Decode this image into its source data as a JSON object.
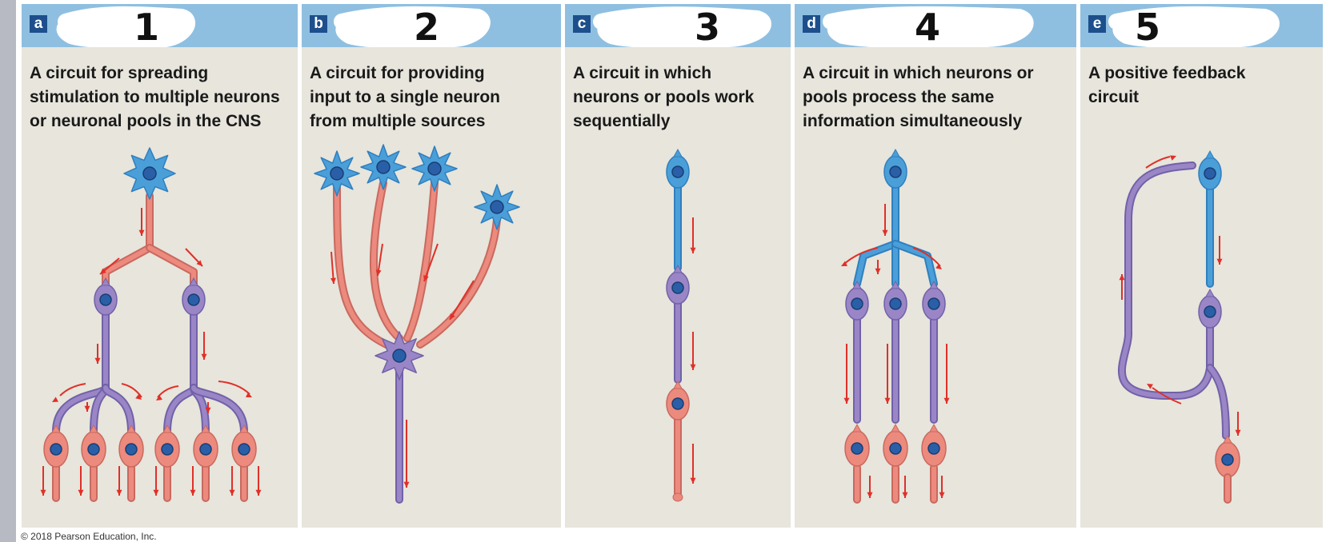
{
  "panels": [
    {
      "letter": "a",
      "number": "1",
      "description": [
        "A circuit for spreading",
        "stimulation to multiple neurons",
        "or neuronal pools in the CNS"
      ]
    },
    {
      "letter": "b",
      "number": "2",
      "description": [
        "A circuit for providing",
        "input to a single neuron",
        "from multiple sources"
      ]
    },
    {
      "letter": "c",
      "number": "3",
      "description": [
        "A circuit in which",
        "neurons or pools work",
        "sequentially"
      ]
    },
    {
      "letter": "d",
      "number": "4",
      "description": [
        "A circuit in which neurons or",
        "pools process the same",
        "information simultaneously"
      ]
    },
    {
      "letter": "e",
      "number": "5",
      "description": [
        "A positive feedback",
        "circuit"
      ]
    }
  ],
  "copyright": "© 2018 Pearson Education, Inc.",
  "colors": {
    "header": "#8fbfe0",
    "letter_box": "#1d4f8c",
    "panel_bg": "#e7e5dc",
    "blue_neuron": "#4b9fd8",
    "purple_neuron": "#9a86c6",
    "red_neuron": "#ec8a7e",
    "nucleus": "#2a5fa8",
    "arrow": "#e03028"
  }
}
